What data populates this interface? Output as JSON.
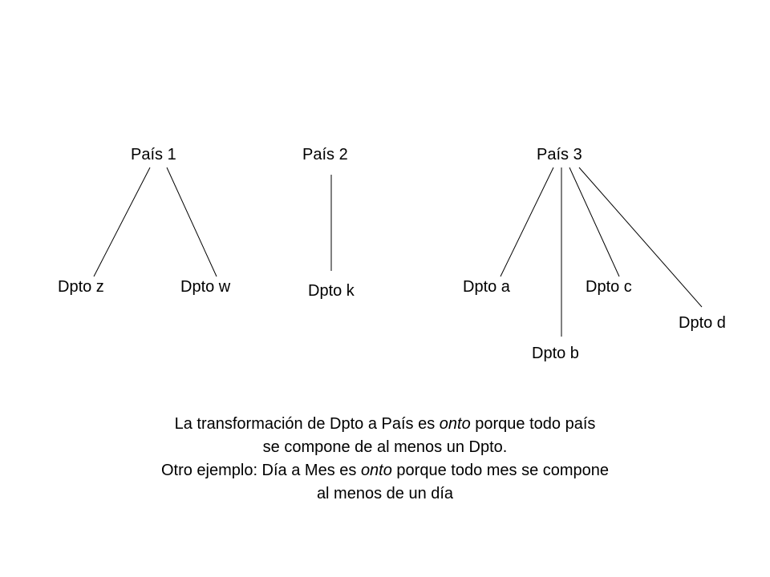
{
  "colors": {
    "line": "#000000",
    "text": "#000000",
    "background": "#ffffff"
  },
  "nodes": {
    "pais1": "País 1",
    "pais2": "País 2",
    "pais3": "País 3",
    "dpto_z": "Dpto z",
    "dpto_w": "Dpto w",
    "dpto_k": "Dpto k",
    "dpto_a": "Dpto a",
    "dpto_b": "Dpto b",
    "dpto_c": "Dpto c",
    "dpto_d": "Dpto d"
  },
  "edges": [
    {
      "from": "pais1",
      "to": "dpto_z"
    },
    {
      "from": "pais1",
      "to": "dpto_w"
    },
    {
      "from": "pais2",
      "to": "dpto_k"
    },
    {
      "from": "pais3",
      "to": "dpto_a"
    },
    {
      "from": "pais3",
      "to": "dpto_b"
    },
    {
      "from": "pais3",
      "to": "dpto_c"
    },
    {
      "from": "pais3",
      "to": "dpto_d"
    }
  ],
  "caption": {
    "line1_pre": "La transformación de Dpto a País es ",
    "line1_em": "onto",
    "line1_post": " porque todo país",
    "line2": "se compone de al menos un Dpto.",
    "line3_pre": "Otro ejemplo: Día a Mes es ",
    "line3_em": "onto",
    "line3_post": " porque todo mes se compone",
    "line4": "al menos de un día"
  }
}
